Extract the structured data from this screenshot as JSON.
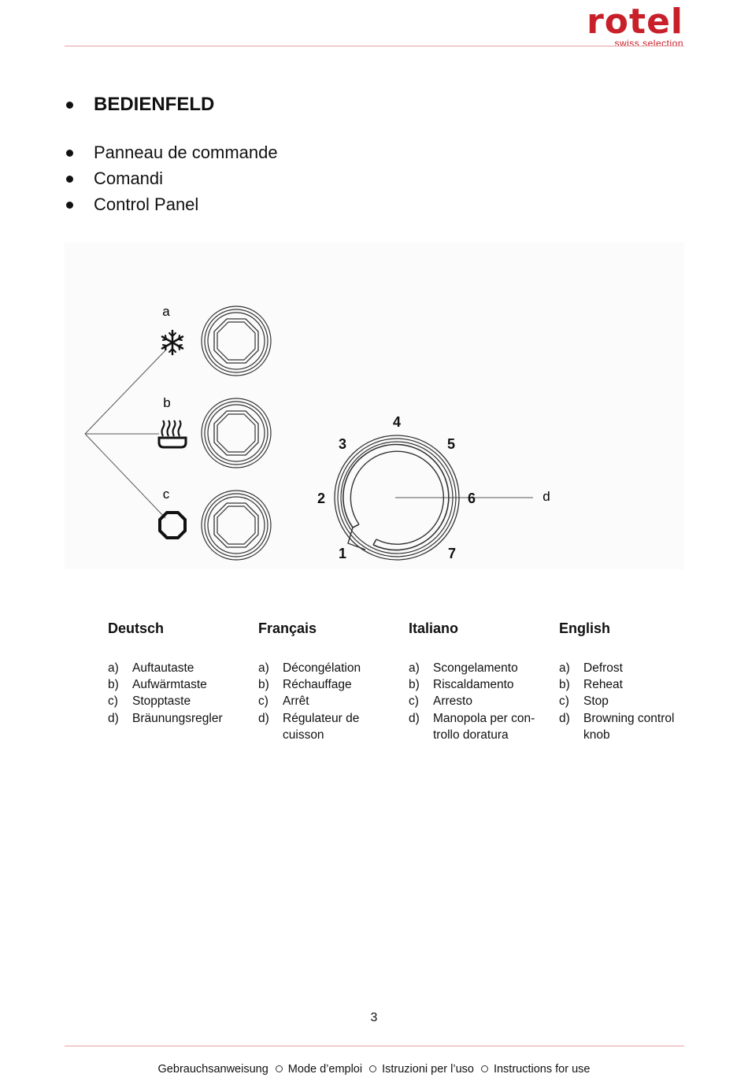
{
  "brand": {
    "name": "rotel",
    "tagline": "swiss selection",
    "color": "#c8202b"
  },
  "headings": {
    "main": "BEDIENFELD",
    "subs": [
      "Panneau de commande",
      "Comandi",
      "Control Panel"
    ]
  },
  "figure": {
    "labels": {
      "a": "a",
      "b": "b",
      "c": "c",
      "d": "d"
    },
    "dial_numbers": [
      "1",
      "2",
      "3",
      "4",
      "5",
      "6",
      "7"
    ],
    "icons": [
      "snowflake-icon",
      "reheat-icon",
      "stop-octagon-icon"
    ]
  },
  "columns": [
    {
      "title": "Deutsch",
      "items": [
        {
          "k": "a)",
          "v": "Auftautaste"
        },
        {
          "k": "b)",
          "v": "Aufwärmtaste"
        },
        {
          "k": "c)",
          "v": "Stopptaste"
        },
        {
          "k": "d)",
          "v": "Bräunungsregler"
        }
      ]
    },
    {
      "title": "Français",
      "items": [
        {
          "k": "a)",
          "v": "Décongélation"
        },
        {
          "k": "b)",
          "v": "Réchauffage"
        },
        {
          "k": "c)",
          "v": "Arrêt"
        },
        {
          "k": "d)",
          "v": "Régulateur de cuisson"
        }
      ]
    },
    {
      "title": "Italiano",
      "items": [
        {
          "k": "a)",
          "v": "Scongelamento"
        },
        {
          "k": "b)",
          "v": "Riscaldamento"
        },
        {
          "k": "c)",
          "v": "Arresto"
        },
        {
          "k": "d)",
          "v": "Manopola per con-trollo doratura"
        }
      ]
    },
    {
      "title": "English",
      "items": [
        {
          "k": "a)",
          "v": "Defrost"
        },
        {
          "k": "b)",
          "v": "Reheat"
        },
        {
          "k": "c)",
          "v": "Stop"
        },
        {
          "k": "d)",
          "v": "Browning control knob"
        }
      ]
    }
  ],
  "page_number": "3",
  "footer": [
    "Gebrauchsanweisung",
    "Mode d’emploi",
    "Istruzioni per l’uso",
    "Instructions for use"
  ]
}
